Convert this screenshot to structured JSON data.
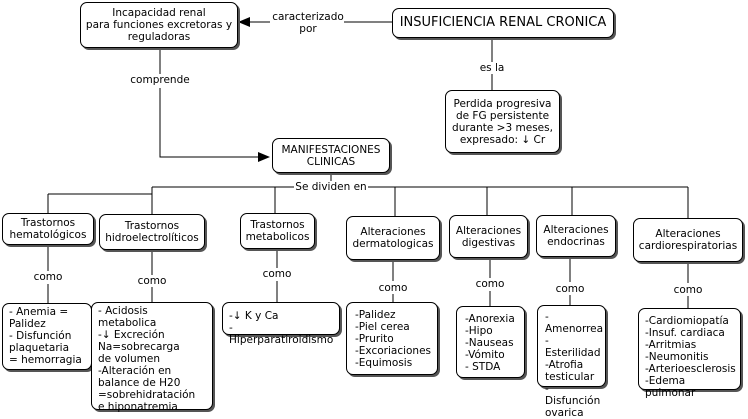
{
  "nodes": {
    "main": "INSUFICIENCIA RENAL CRONICA",
    "incapacidad": "Incapacidad renal\npara funciones excretoras y\nreguladoras",
    "perdida": "Perdida progresiva\nde  FG persistente\ndurante >3 meses,\nexpresado: ↓ Cr",
    "manifestaciones": "MANIFESTACIONES\nCLINICAS",
    "cat_hemato": "Trastornos\nhematológicos",
    "cat_hidro": "Trastornos\nhidroelectrolíticos",
    "cat_metab": "Trastornos\nmetabolicos",
    "cat_derma": "Alteraciones\ndermatologicas",
    "cat_digest": "Alteraciones\ndigestivas",
    "cat_endo": "Alteraciones\nendocrinas",
    "cat_cardio": "Alteraciones\ncardiorespiratorias",
    "det_hemato": "- Anemia =\nPalidez\n- Disfunción\nplaquetaria\n= hemorragia",
    "det_hidro": "- Acidosis metabolica\n-↓ Excreción\nNa=sobrecarga\nde volumen\n-Alteración en\nbalance de H20\n=sobrehidratación\ne hiponatremia",
    "det_metab": "-↓ K y Ca\n-Hiperparatiroidismo",
    "det_derma": "-Palidez\n-Piel cerea\n-Prurito\n-Excoriaciones\n-Equimosis",
    "det_digest": "-Anorexia\n-Hipo\n-Nauseas\n-Vómito\n- STDA",
    "det_endo": "-Amenorrea\n-Esterilidad\n-Atrofia\ntesticular\n-Disfunción\novarica",
    "det_cardio": "-Cardiomiopatía\n-Insuf. cardiaca\n-Arritmias\n-Neumonitis\n-Arterioesclerosis\n-Edema pulmonar"
  },
  "links": {
    "caracterizado": "caracterizado\npor",
    "es_la": "es la",
    "comprende": "comprende",
    "se_dividen": "Se dividen en",
    "como": "como"
  }
}
